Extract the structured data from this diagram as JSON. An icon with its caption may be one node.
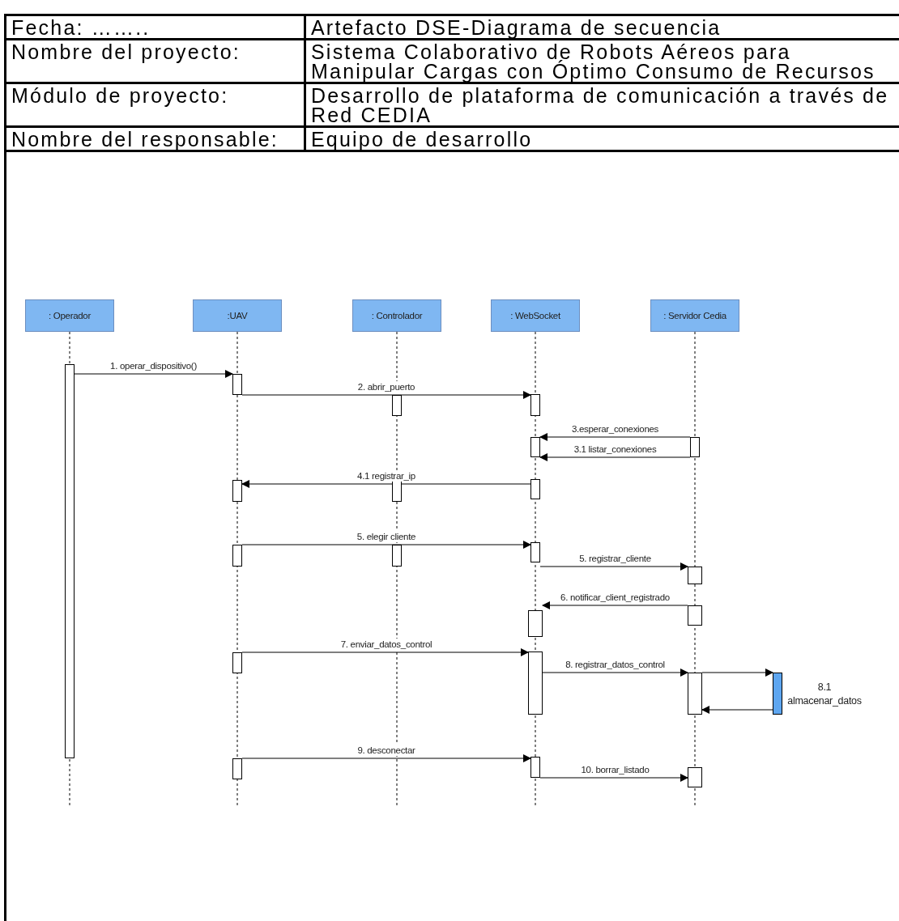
{
  "diagram": {
    "nodes": [
      {
        "text": [
          ": Operador"
        ]
      },
      {
        "text": [
          ":UAV"
        ]
      },
      {
        "text": [
          ": Controlador"
        ]
      },
      {
        "text": [
          ": WebSocket"
        ]
      },
      {
        "text": [
          ": Servidor Cedia"
        ]
      },
      {
        "text": [],
        "shape": "bar"
      },
      {
        "text": [],
        "shape": "bar"
      },
      {
        "text": [],
        "shape": "bar"
      },
      {
        "text": [],
        "shape": "bar"
      },
      {
        "text": [],
        "shape": "bar"
      },
      {
        "text": [],
        "shape": "bar"
      },
      {
        "text": [],
        "shape": "bar"
      },
      {
        "text": [],
        "shape": "bar"
      },
      {
        "text": [],
        "shape": "bar"
      },
      {
        "text": [],
        "shape": "bar"
      },
      {
        "text": [],
        "shape": "bar"
      },
      {
        "text": [],
        "shape": "bar"
      },
      {
        "text": [],
        "shape": "bar"
      },
      {
        "text": [],
        "shape": "bar"
      },
      {
        "text": [],
        "shape": "bar"
      },
      {
        "text": [],
        "shape": "bar"
      },
      {
        "text": [],
        "shape": "bar"
      },
      {
        "text": [],
        "shape": "bar"
      },
      {
        "text": [],
        "shape": "bar",
        "beside": [
          "8.1 almacenar_datos"
        ]
      },
      {
        "text": [],
        "shape": "bar"
      },
      {
        "text": [],
        "shape": "bar"
      },
      {
        "text": [],
        "shape": "bar"
      }
    ],
    "edges": [
      {
        "from": 5,
        "to": 6,
        "arrow": "to",
        "label": "1. operar_dispositivo()"
      },
      {
        "from": 6,
        "to": 8,
        "arrow": "to",
        "label": "2. abrir_puerto"
      },
      {
        "from": 10,
        "to": 9,
        "arrow": "to",
        "label": "3.esperar_conexiones"
      },
      {
        "from": 10,
        "to": 9,
        "arrow": "to",
        "label": "3.1 listar_conexiones"
      },
      {
        "from": 11,
        "to": 12,
        "arrow": "to",
        "label": "4.1 registrar_ip"
      },
      {
        "from": 14,
        "to": 16,
        "arrow": "to",
        "label": "5. elegir cliente"
      },
      {
        "from": 16,
        "to": 17,
        "arrow": "to",
        "label": "5. registrar_cliente"
      },
      {
        "from": 18,
        "to": 19,
        "arrow": "to",
        "label": "6. notificar_client_registrado"
      },
      {
        "from": 20,
        "to": 21,
        "arrow": "to",
        "label": "7. enviar_datos_control"
      },
      {
        "from": 21,
        "to": 22,
        "arrow": "to",
        "label": "8. registrar_datos_control"
      },
      {
        "from": 22,
        "to": 23,
        "arrow": "to"
      },
      {
        "from": 23,
        "to": 22,
        "arrow": "to"
      },
      {
        "from": 24,
        "to": 25,
        "arrow": "to",
        "label": "9. desconectar"
      },
      {
        "from": 25,
        "to": 26,
        "arrow": "to",
        "label": "10. borrar_listado"
      }
    ],
    "labels": [
      "Fecha: ……..",
      "Artefacto DSE-Diagrama de secuencia",
      "Nombre del proyecto:",
      "Sistema Colaborativo de Robots Aéreos para Manipular Cargas con Óptimo Consumo de Recursos",
      "Módulo de proyecto:",
      "Desarrollo de plataforma de comunicación a través de Red CEDIA",
      "Nombre del responsable:",
      "Equipo de desarrollo"
    ]
  }
}
